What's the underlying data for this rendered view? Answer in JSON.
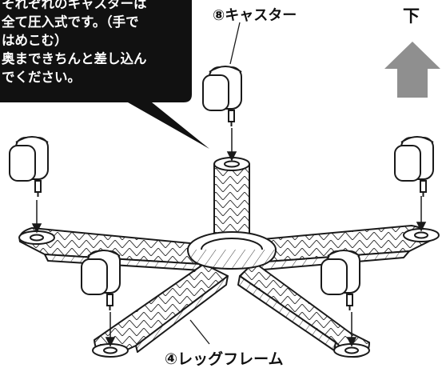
{
  "callout": {
    "lines": [
      "それぞれのキャスターは",
      "全て圧入式です。（手で",
      "はめこむ）",
      "奥まできちんと差し込ん",
      "でください。"
    ]
  },
  "labels": {
    "caster": "⑧キャスター",
    "leg_frame": "④レッグフレーム"
  },
  "direction": {
    "label": "下",
    "arrow_color": "#8f8f8f"
  },
  "colors": {
    "callout_bg": "#111111",
    "line": "#1a1a1a",
    "caster_body": "#ffffff"
  }
}
